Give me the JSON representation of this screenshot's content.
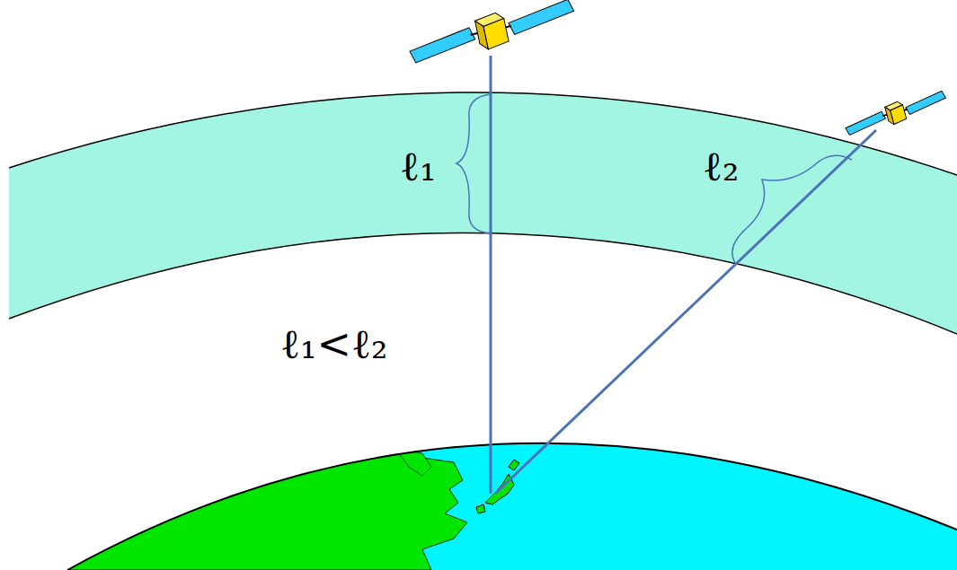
{
  "diagram": {
    "labels": [
      "ℓ₁",
      "ℓ₂",
      "ℓ₁<ℓ₂"
    ]
  }
}
